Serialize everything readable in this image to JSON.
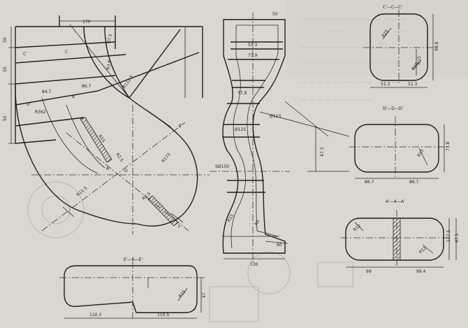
{
  "dimensions": {
    "top_width": "170",
    "left_h1": "50",
    "left_h2": "50",
    "left_h3": "50",
    "r_top": "R7.5",
    "r_mid": "R3.8",
    "d_a": "84.7",
    "d_b": "86.7",
    "d_c": "R362",
    "r_guide": "R112.5",
    "r_big": "R173",
    "r_low": "R2.5",
    "spiral_r": "R11.5",
    "spiral_r2": "R15",
    "prof_top": "50",
    "prof_w1": "51.3",
    "prof_w2": "73.9",
    "prof_h1": "77.8",
    "prof_h2": "Ø113",
    "prof_label": "Ø125",
    "prof_side": "47.3",
    "prof_bottom_w": "130",
    "prof_bottom_r": "R5",
    "prof_mid_label": "SØ150",
    "prof_left_r": "R15",
    "prof_base": "80"
  },
  "sections": {
    "cc": {
      "title": "C'—C—C'",
      "w_left": "51.3",
      "w_right": "51.3",
      "h": "99.8",
      "r": "R25",
      "r2": "R15"
    },
    "dd": {
      "title": "D'—D—D'",
      "w_left": "86.7",
      "w_right": "86.7",
      "h": "73.8",
      "r": "R15"
    },
    "aa": {
      "title": "A'—A—A'",
      "w_left": "99",
      "w_right": "99.4",
      "h": "117.5",
      "h2": "47.5",
      "r": "R12"
    },
    "bb": {
      "title": "E'—B—E'",
      "w_left": "110.3",
      "w_right": "110.5",
      "h": "47",
      "r": "R15"
    }
  },
  "section_marks": {
    "c_left": "C'",
    "c_right": "C",
    "b_mark": "B",
    "d_mark": "D'",
    "a_mark": "A",
    "e_mark": "E'",
    "f_mark": "F",
    "o_mark": "O"
  }
}
